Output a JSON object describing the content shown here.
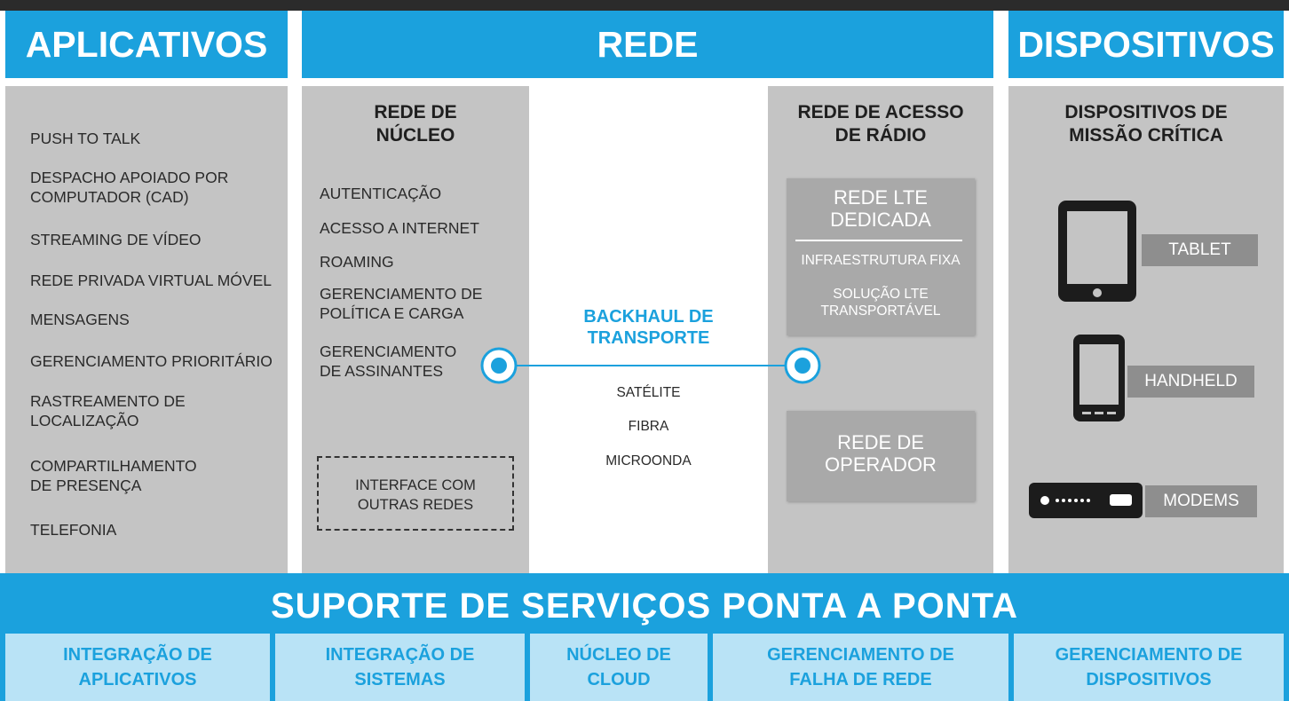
{
  "headers": {
    "aplicativos": "APLICATIVOS",
    "rede": "REDE",
    "dispositivos": "DISPOSITIVOS"
  },
  "aplicativos": {
    "items": [
      "PUSH TO TALK",
      "DESPACHO APOIADO POR\nCOMPUTADOR (CAD)",
      "STREAMING DE VÍDEO",
      "REDE PRIVADA VIRTUAL MÓVEL",
      "MENSAGENS",
      "GERENCIAMENTO PRIORITÁRIO",
      "RASTREAMENTO DE\nLOCALIZAÇÃO",
      "COMPARTILHAMENTO\nDE PRESENÇA",
      "TELEFONIA"
    ]
  },
  "nucleo": {
    "title": "REDE DE\nNÚCLEO",
    "items": [
      "AUTENTICAÇÃO",
      "ACESSO A INTERNET",
      "ROAMING",
      "GERENCIAMENTO DE\nPOLÍTICA E CARGA",
      "GERENCIAMENTO\nDE ASSINANTES"
    ],
    "interface": "INTERFACE COM\nOUTRAS REDES"
  },
  "backhaul": {
    "title": "BACKHAUL DE\nTRANSPORTE",
    "items": [
      "SATÉLITE",
      "FIBRA",
      "MICROONDA"
    ]
  },
  "acesso": {
    "title": "REDE DE ACESSO\nDE RÁDIO",
    "lte_title": "REDE LTE\nDEDICADA",
    "lte_fixa": "INFRAESTRUTURA FIXA",
    "lte_transp": "SOLUÇÃO LTE\nTRANSPORTÁVEL",
    "operador": "REDE DE\nOPERADOR"
  },
  "dispositivos": {
    "title": "DISPOSITIVOS DE\nMISSÃO CRÍTICA",
    "tablet": "TABLET",
    "handheld": "HANDHELD",
    "modems": "MODEMS"
  },
  "footer": {
    "title": "SUPORTE DE SERVIÇOS PONTA A PONTA",
    "cells": [
      "INTEGRAÇÃO DE\nAPLICATIVOS",
      "INTEGRAÇÃO DE\nSISTEMAS",
      "NÚCLEO DE\nCLOUD",
      "GERENCIAMENTO DE\nFALHA DE REDE",
      "GERENCIAMENTO DE\nDISPOSITIVOS"
    ]
  },
  "colors": {
    "accent": "#1ba1dd",
    "panel": "#c4c4c4",
    "footer_cell": "#b9e3f6",
    "topbar": "#2b2b2b"
  }
}
